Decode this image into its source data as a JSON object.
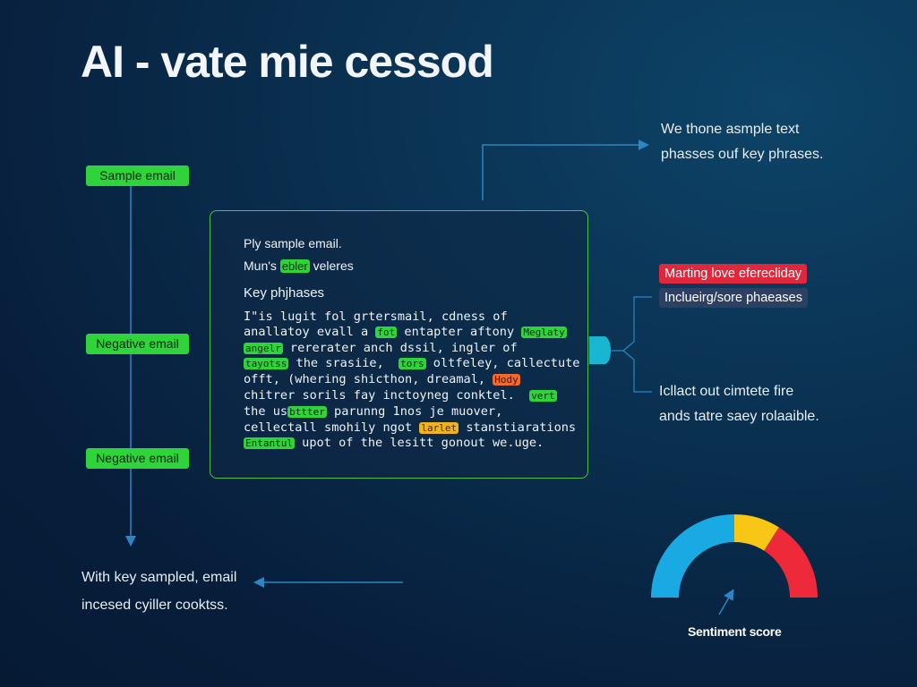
{
  "title": "AI - vate mie cessod",
  "left_pills": [
    "Sample email",
    "Negative email",
    "Negative email"
  ],
  "top_right_note": [
    "We thone asmple text",
    "phasses ouf key phrases."
  ],
  "bottom_left_note": [
    "With key sampled, email",
    "incesed cyiller cooktss."
  ],
  "panel": {
    "line1": "Ply sample email.",
    "line2_pre": "Mun's",
    "line2_tag": "ebler",
    "line2_post": "veleres",
    "heading": "Key phjhases",
    "code_lines": [
      [
        {
          "t": "I\"is lugit fol grtersmail, cdness of"
        }
      ],
      [
        {
          "t": "anallatoy evall a "
        },
        {
          "t": "fot",
          "hl": "g"
        },
        {
          "t": " entapter aftony "
        },
        {
          "t": "Meglaty",
          "hl": "g"
        }
      ],
      [
        {
          "t": "angelr",
          "hl": "g"
        },
        {
          "t": " rererater anch dssil, ingler of"
        }
      ],
      [
        {
          "t": "tayotss",
          "hl": "g"
        },
        {
          "t": " the srasiie,  "
        },
        {
          "t": "tors",
          "hl": "g"
        },
        {
          "t": " oltfeley, callectute"
        }
      ],
      [
        {
          "t": "offt, (whering shicthon, dreamal, "
        },
        {
          "t": "Hody",
          "hl": "o"
        }
      ],
      [
        {
          "t": "chitrer sorils fay inctoyneg conktel.  "
        },
        {
          "t": "vert",
          "hl": "g"
        }
      ],
      [
        {
          "t": "the us"
        },
        {
          "t": "bttter",
          "hl": "g"
        },
        {
          "t": " parunng 1nos je muover,"
        }
      ],
      [
        {
          "t": "cellectall smohily ngot "
        },
        {
          "t": "larlet",
          "hl": "y"
        },
        {
          "t": " stanstiarations"
        }
      ],
      [
        {
          "t": "Entantul",
          "hl": "g"
        },
        {
          "t": " upot of the lesitt gonout we.uge."
        }
      ]
    ]
  },
  "right_tags": [
    {
      "text": "Marting love eferecliday",
      "color": "#e0283c"
    },
    {
      "text": "Inclueirg/sore phaeases",
      "color": "#2d3f62"
    }
  ],
  "right_note": [
    "Icllact out cimtete fire",
    "ands tatre saey rolaaible."
  ],
  "gauge": {
    "label": "Sentiment score",
    "segments": [
      {
        "color": "#19a9e3",
        "fraction": 0.5
      },
      {
        "color": "#f8c614",
        "fraction": 0.18
      },
      {
        "color": "#ee2a3a",
        "fraction": 0.32
      }
    ]
  },
  "colors": {
    "accent_green": "#2fd33a",
    "line_blue": "#2a86c4"
  }
}
